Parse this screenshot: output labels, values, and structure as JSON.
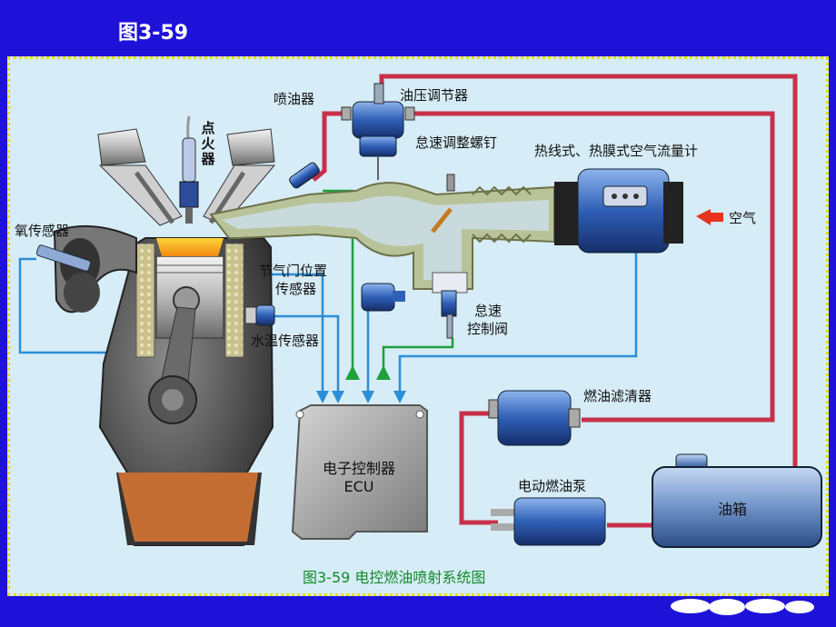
{
  "slide_title": "图3-59",
  "caption": "图3-59 电控燃油喷射系统图",
  "labels": {
    "injector": "喷油器",
    "spark_plug": [
      "点",
      "火",
      "器"
    ],
    "pressure_regulator": "油压调节器",
    "idle_screw": "怠速调整螺钉",
    "airflow_meter": "热线式、热膜式空气流量计",
    "air": "空气",
    "oxygen_sensor": "氧传感器",
    "throttle_sensor_1": "节气门位置",
    "throttle_sensor_2": "传感器",
    "idle_valve_1": "怠速",
    "idle_valve_2": "控制阀",
    "coolant_sensor": "水温传感器",
    "fuel_filter": "燃油滤清器",
    "ecu_1": "电子控制器",
    "ecu_2": "ECU",
    "fuel_pump": "电动燃油泵",
    "tank": "油箱"
  },
  "colors": {
    "slide_bg": "#1e12d8",
    "panel_bg": "#d6ecf6",
    "panel_border": "#e8e000",
    "fuel_line": "#c8304a",
    "signal_line_blue": "#2a8ed8",
    "signal_line_green": "#1ea03c",
    "intake_body": "#b9c39a",
    "caption": "#138a2c"
  },
  "icons": [
    "arrow-right-red-icon",
    "arrow-up-green-icon",
    "arrow-down-blue-icon"
  ]
}
